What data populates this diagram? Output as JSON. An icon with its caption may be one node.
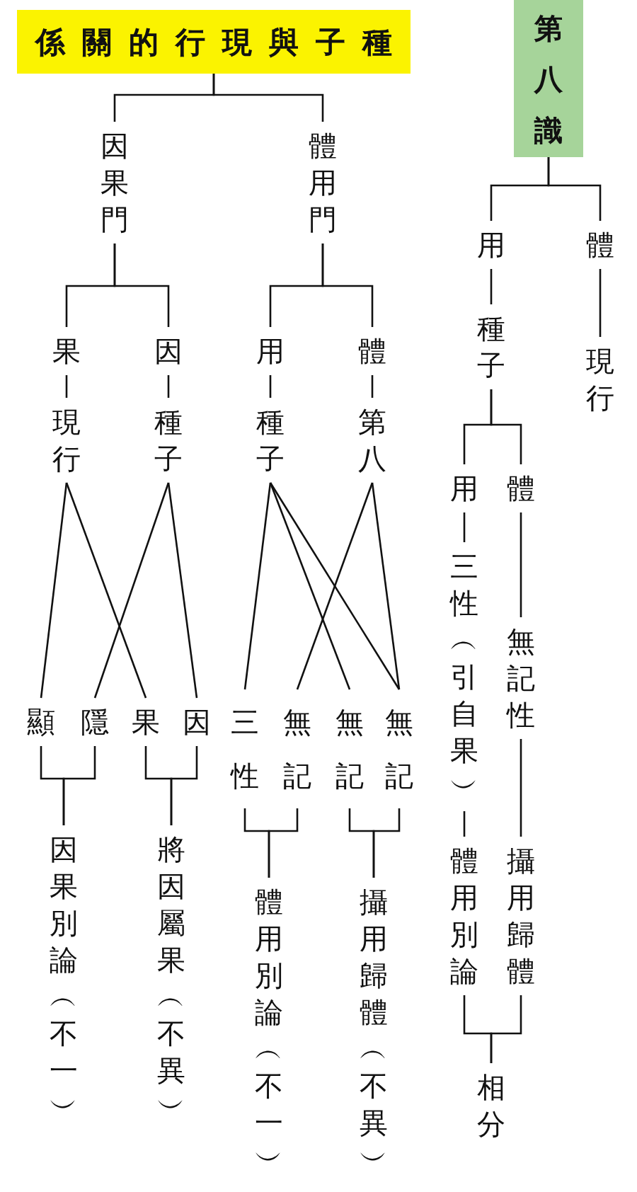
{
  "diagram": {
    "nodes": [
      {
        "text": [
          "係關的行現與子種"
        ]
      },
      {
        "text": [
          "因果門"
        ]
      },
      {
        "text": [
          "體用門"
        ]
      },
      {
        "text": [
          "果"
        ]
      },
      {
        "text": [
          "因"
        ]
      },
      {
        "text": [
          "用"
        ]
      },
      {
        "text": [
          "體"
        ]
      },
      {
        "text": [
          "現行"
        ]
      },
      {
        "text": [
          "種子"
        ]
      },
      {
        "text": [
          "種子"
        ]
      },
      {
        "text": [
          "第八"
        ]
      },
      {
        "text": [
          "顯"
        ]
      },
      {
        "text": [
          "隱"
        ]
      },
      {
        "text": [
          "果"
        ]
      },
      {
        "text": [
          "因"
        ]
      },
      {
        "text": [
          "三性"
        ]
      },
      {
        "text": [
          "無記"
        ]
      },
      {
        "text": [
          "無記"
        ]
      },
      {
        "text": [
          "無記"
        ]
      },
      {
        "text": [
          "因果別論︵不一︶"
        ]
      },
      {
        "text": [
          "將因屬果︵不異︶"
        ]
      },
      {
        "text": [
          "體用別論︵不一︶"
        ]
      },
      {
        "text": [
          "攝用歸體︵不異︶"
        ]
      },
      {
        "text": [
          "第八識"
        ]
      },
      {
        "text": [
          "用"
        ]
      },
      {
        "text": [
          "體"
        ]
      },
      {
        "text": [
          "種子"
        ]
      },
      {
        "text": [
          "現行"
        ]
      },
      {
        "text": [
          "用"
        ]
      },
      {
        "text": [
          "體"
        ]
      },
      {
        "text": [
          "三性︵引自果︶"
        ]
      },
      {
        "text": [
          "無記性"
        ]
      },
      {
        "text": [
          "體用別論"
        ]
      },
      {
        "text": [
          "攝用歸體"
        ]
      },
      {
        "text": [
          "相分"
        ]
      }
    ],
    "edges": [
      {
        "from": 0,
        "to": 1,
        "arrow": "none"
      },
      {
        "from": 0,
        "to": 2,
        "arrow": "none"
      },
      {
        "from": 1,
        "to": 3,
        "arrow": "none"
      },
      {
        "from": 1,
        "to": 4,
        "arrow": "none"
      },
      {
        "from": 2,
        "to": 5,
        "arrow": "none"
      },
      {
        "from": 2,
        "to": 6,
        "arrow": "none"
      },
      {
        "from": 3,
        "to": 7,
        "arrow": "none"
      },
      {
        "from": 4,
        "to": 8,
        "arrow": "none"
      },
      {
        "from": 5,
        "to": 9,
        "arrow": "none"
      },
      {
        "from": 6,
        "to": 10,
        "arrow": "none"
      },
      {
        "from": 7,
        "to": 11,
        "arrow": "none"
      },
      {
        "from": 7,
        "to": 13,
        "arrow": "none"
      },
      {
        "from": 8,
        "to": 12,
        "arrow": "none"
      },
      {
        "from": 8,
        "to": 14,
        "arrow": "none"
      },
      {
        "from": 9,
        "to": 15,
        "arrow": "none"
      },
      {
        "from": 9,
        "to": 17,
        "arrow": "none"
      },
      {
        "from": 9,
        "to": 18,
        "arrow": "none"
      },
      {
        "from": 10,
        "to": 16,
        "arrow": "none"
      },
      {
        "from": 10,
        "to": 18,
        "arrow": "none"
      },
      {
        "from": 11,
        "to": 19,
        "arrow": "none"
      },
      {
        "from": 12,
        "to": 19,
        "arrow": "none"
      },
      {
        "from": 13,
        "to": 20,
        "arrow": "none"
      },
      {
        "from": 14,
        "to": 20,
        "arrow": "none"
      },
      {
        "from": 15,
        "to": 21,
        "arrow": "none"
      },
      {
        "from": 16,
        "to": 21,
        "arrow": "none"
      },
      {
        "from": 17,
        "to": 22,
        "arrow": "none"
      },
      {
        "from": 18,
        "to": 22,
        "arrow": "none"
      },
      {
        "from": 23,
        "to": 24,
        "arrow": "none"
      },
      {
        "from": 23,
        "to": 25,
        "arrow": "none"
      },
      {
        "from": 24,
        "to": 26,
        "arrow": "none"
      },
      {
        "from": 25,
        "to": 27,
        "arrow": "none"
      },
      {
        "from": 26,
        "to": 28,
        "arrow": "none"
      },
      {
        "from": 26,
        "to": 29,
        "arrow": "none"
      },
      {
        "from": 28,
        "to": 30,
        "arrow": "none"
      },
      {
        "from": 29,
        "to": 31,
        "arrow": "none"
      },
      {
        "from": 30,
        "to": 32,
        "arrow": "none"
      },
      {
        "from": 31,
        "to": 33,
        "arrow": "none"
      },
      {
        "from": 32,
        "to": 34,
        "arrow": "none"
      },
      {
        "from": 33,
        "to": 34,
        "arrow": "none"
      }
    ]
  }
}
